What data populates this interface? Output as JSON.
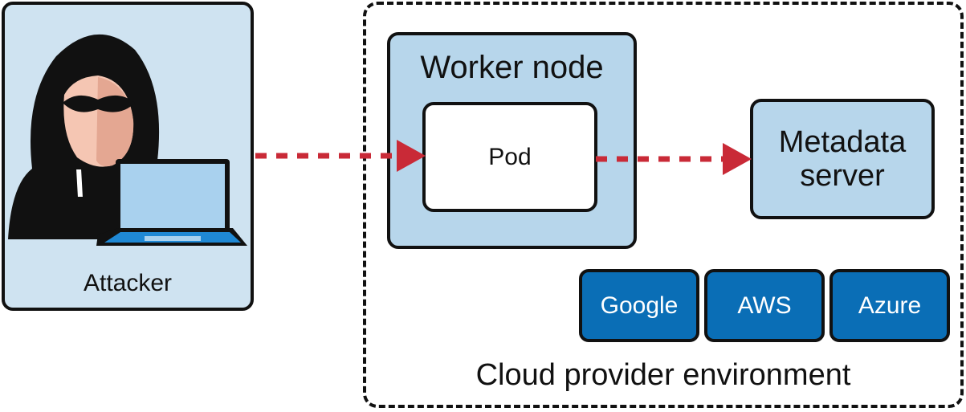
{
  "attacker": {
    "label": "Attacker"
  },
  "worker_node": {
    "title": "Worker node"
  },
  "pod": {
    "label": "Pod"
  },
  "metadata_server": {
    "line1": "Metadata",
    "line2": "server"
  },
  "providers": [
    "Google",
    "AWS",
    "Azure"
  ],
  "cloud": {
    "label": "Cloud provider environment"
  },
  "colors": {
    "attacker_bg": "#cfe3f1",
    "node_bg": "#b7d6eb",
    "provider_bg": "#0a6eb6",
    "arrow": "#c92a37"
  }
}
